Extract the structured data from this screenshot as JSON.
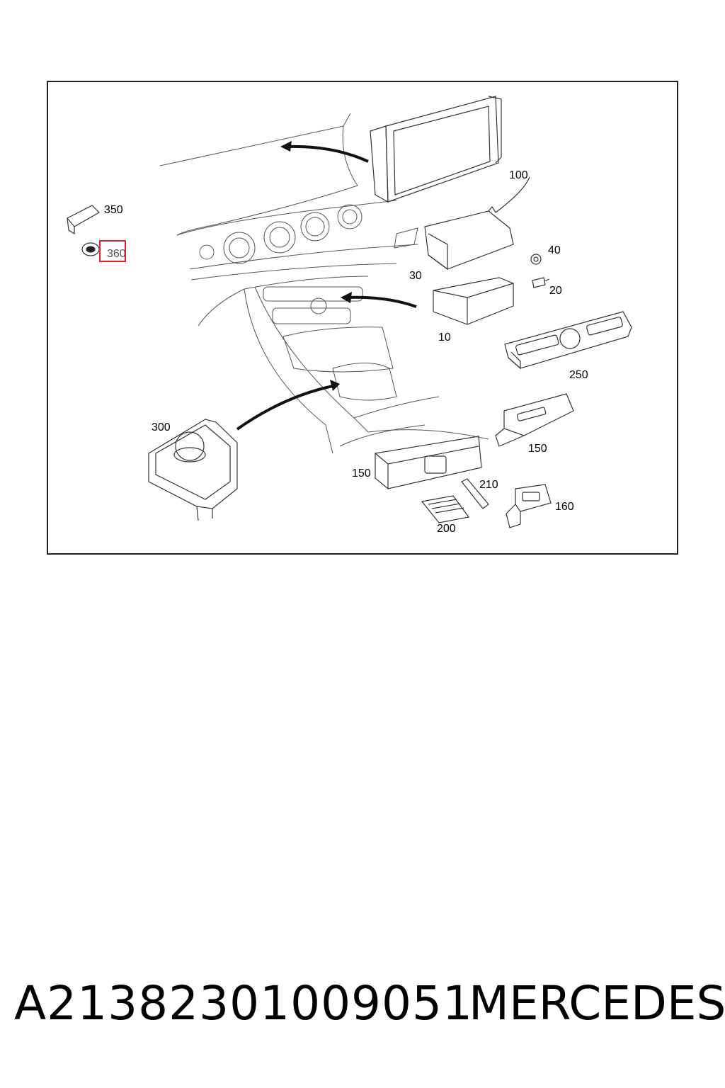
{
  "diagram": {
    "callouts": {
      "c100": "100",
      "c350": "350",
      "c360": "360",
      "c30": "30",
      "c40": "40",
      "c20": "20",
      "c10": "10",
      "c250": "250",
      "c300": "300",
      "c150a": "150",
      "c150b": "150",
      "c210": "210",
      "c160": "160",
      "c200": "200"
    },
    "highlighted_callout": "360",
    "highlight_color": "#e0202a"
  },
  "footer": {
    "part_number": "A21382301009051",
    "brand": "MERCEDES"
  }
}
